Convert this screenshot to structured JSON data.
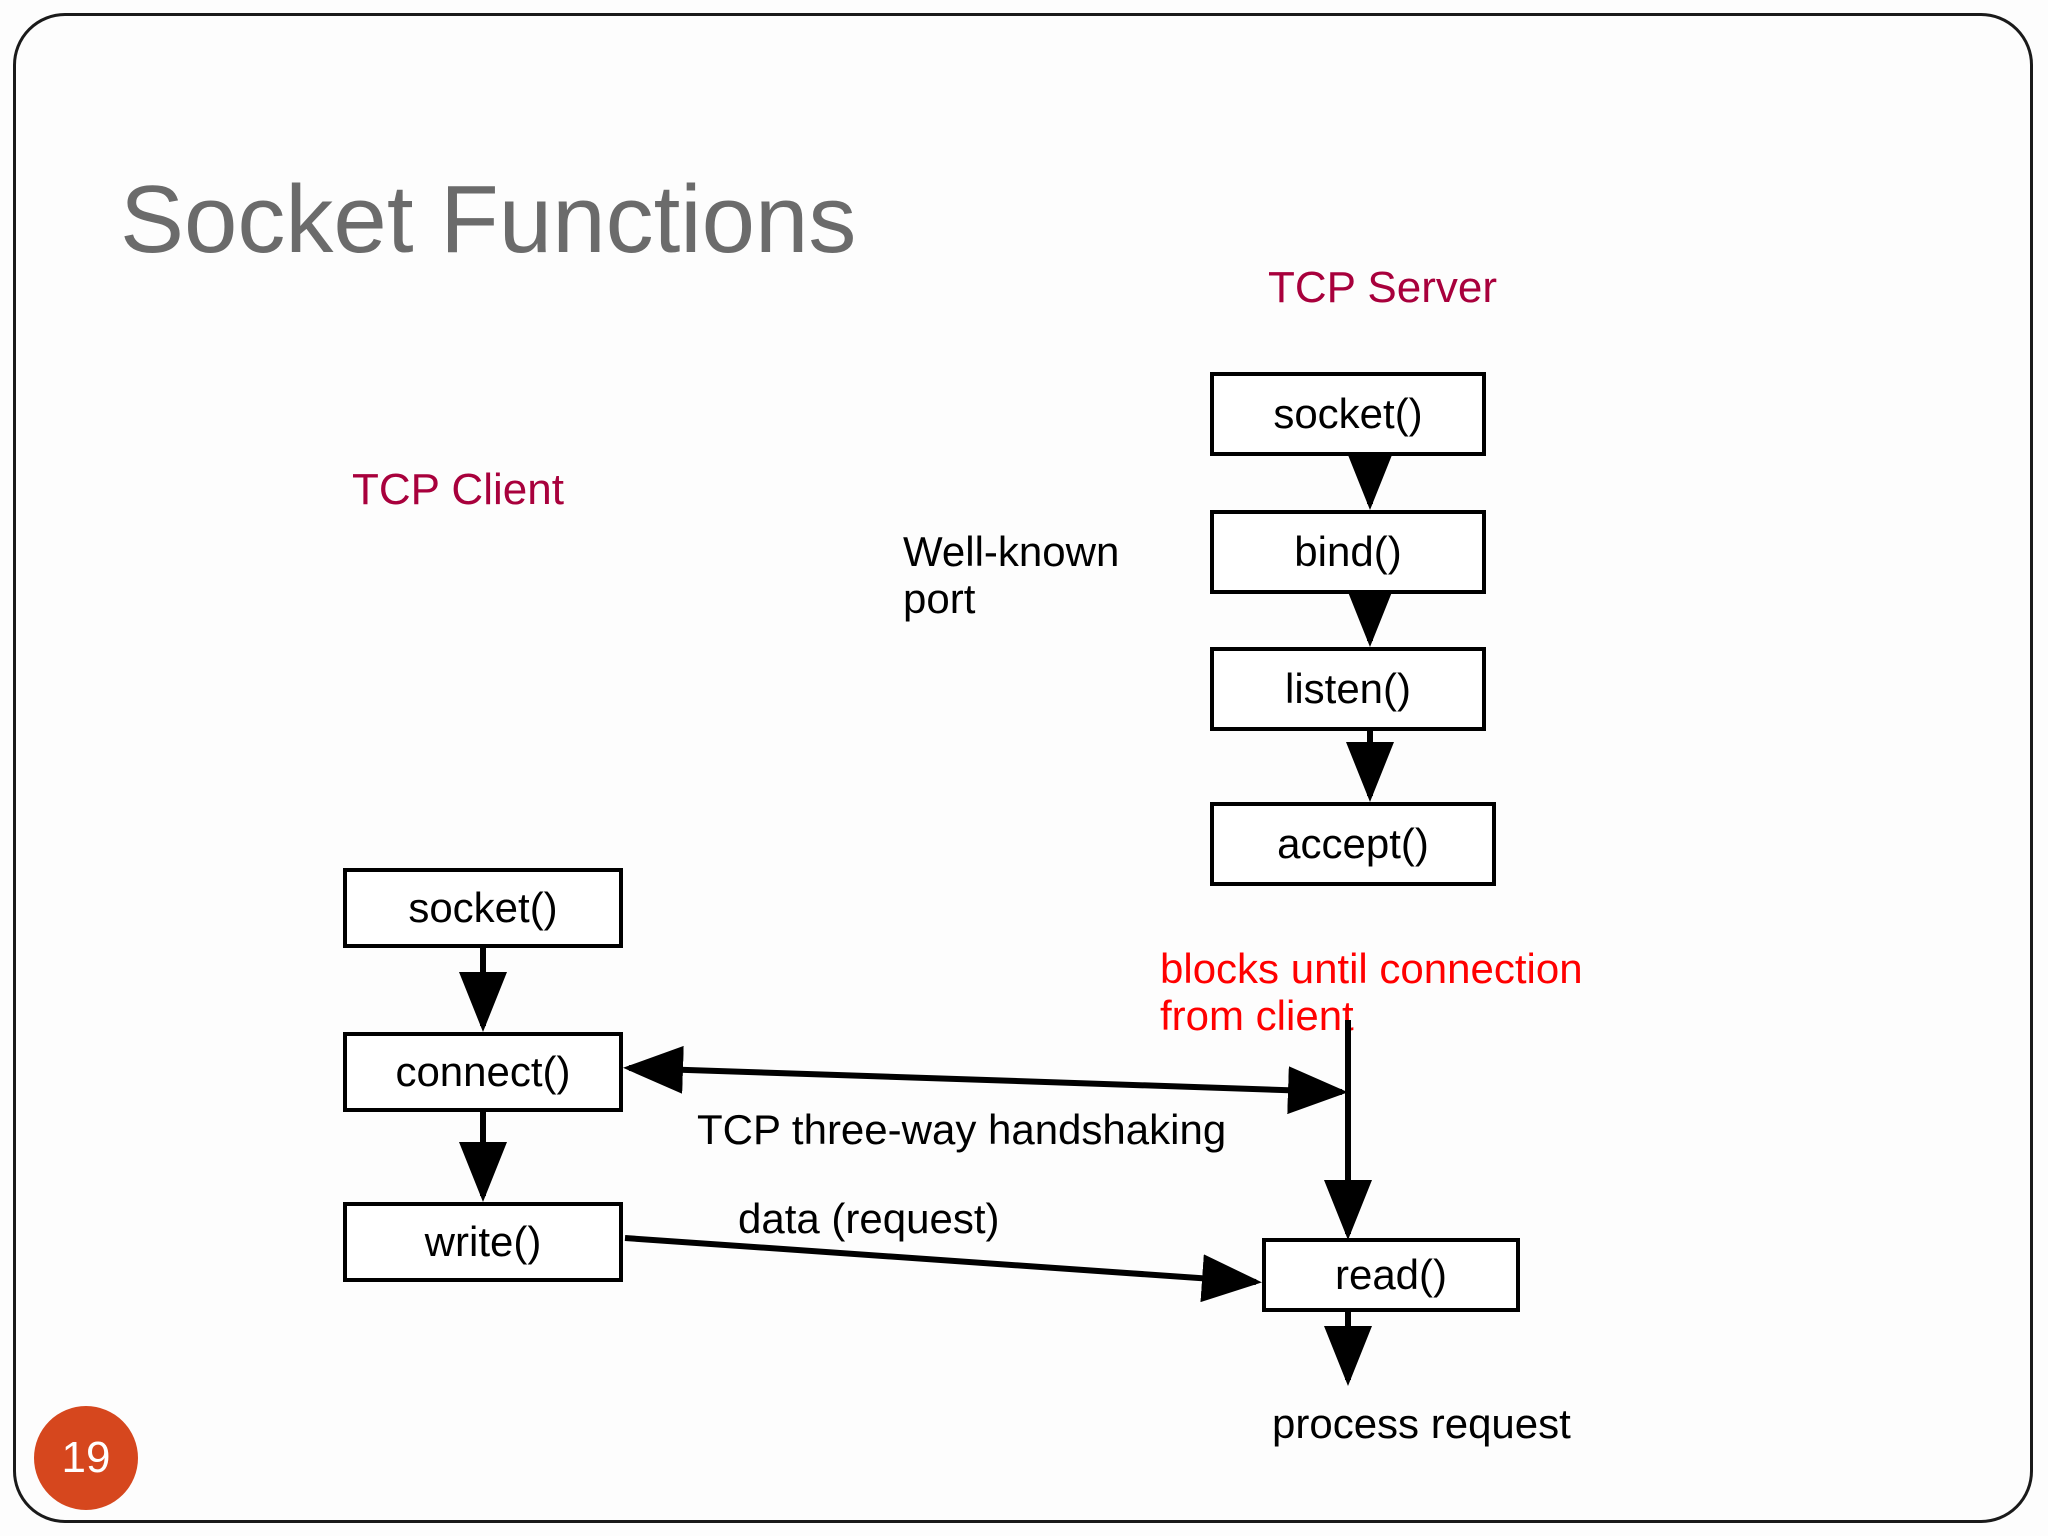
{
  "slide": {
    "title": "Socket Functions",
    "page_number": "19",
    "title_color": "#6b6b6b",
    "accent_color": "#a8003c",
    "alert_color": "#ff0000",
    "badge_color": "#d6471e"
  },
  "client": {
    "heading": "TCP Client",
    "steps": [
      {
        "label": "socket()"
      },
      {
        "label": "connect()"
      },
      {
        "label": "write()"
      }
    ]
  },
  "server": {
    "heading": "TCP Server",
    "steps": [
      {
        "label": "socket()"
      },
      {
        "label": "bind()"
      },
      {
        "label": "listen()"
      },
      {
        "label": "accept()"
      },
      {
        "label": "read()"
      }
    ],
    "blocking_note": "blocks until connection\nfrom client",
    "process_note": "process request"
  },
  "annotations": {
    "well_known_port": "Well-known\nport",
    "handshake": "TCP three-way handshaking",
    "data_request": "data (request)"
  }
}
